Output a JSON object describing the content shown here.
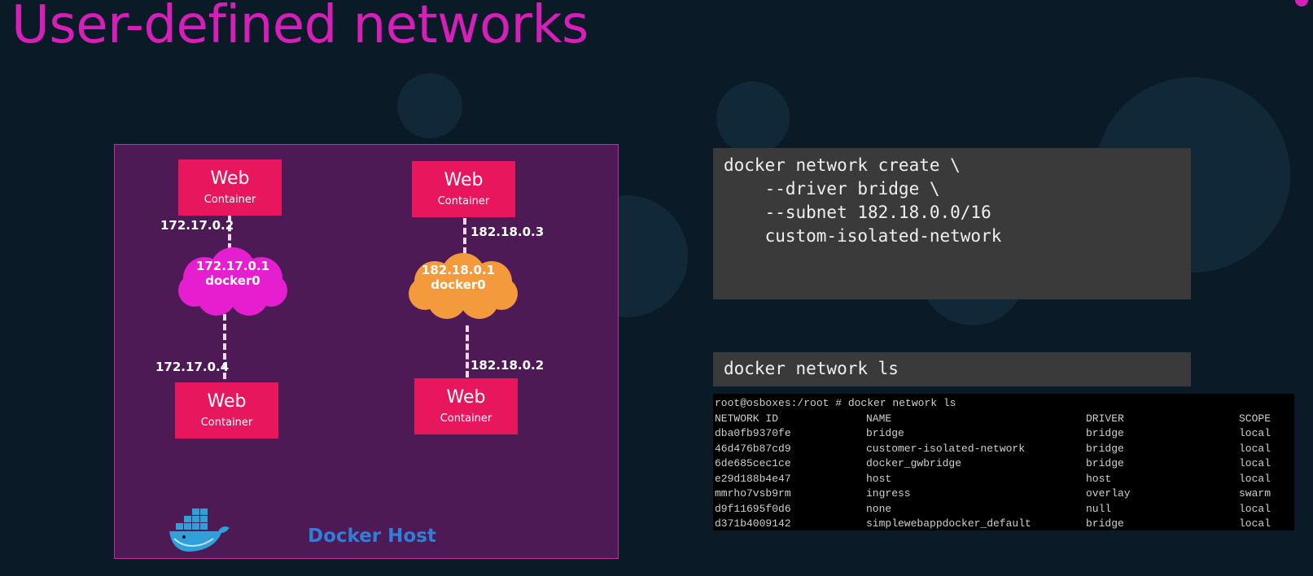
{
  "slide": {
    "title": "User-defined networks"
  },
  "diagram": {
    "host_label": "Docker Host",
    "containers": [
      {
        "title": "Web",
        "subtitle": "Container"
      },
      {
        "title": "Web",
        "subtitle": "Container"
      },
      {
        "title": "Web",
        "subtitle": "Container"
      },
      {
        "title": "Web",
        "subtitle": "Container"
      }
    ],
    "left_network": {
      "gateway": "172.17.0.1",
      "name": "docker0",
      "ip_top": "172.17.0.2",
      "ip_bottom": "172.17.0.4",
      "color": "#e51fd0"
    },
    "right_network": {
      "gateway": "182.18.0.1",
      "name": "docker0",
      "ip_top": "182.18.0.3",
      "ip_bottom": "182.18.0.2",
      "color": "#f29a3c"
    }
  },
  "create_command": {
    "lines": [
      "docker network create \\",
      "    --driver bridge \\",
      "    --subnet 182.18.0.0/16",
      "    custom-isolated-network"
    ]
  },
  "ls_command": {
    "text": "docker network ls"
  },
  "terminal": {
    "prompt": "root@osboxes:/root # docker network ls",
    "headers": [
      "NETWORK ID",
      "NAME",
      "DRIVER",
      "SCOPE"
    ],
    "rows": [
      [
        "dba0fb9370fe",
        "bridge",
        "bridge",
        "local"
      ],
      [
        "46d476b87cd9",
        "customer-isolated-network",
        "bridge",
        "local"
      ],
      [
        "6de685cec1ce",
        "docker_gwbridge",
        "bridge",
        "local"
      ],
      [
        "e29d188b4e47",
        "host",
        "host",
        "local"
      ],
      [
        "mmrho7vsb9rm",
        "ingress",
        "overlay",
        "swarm"
      ],
      [
        "d9f11695f0d6",
        "none",
        "null",
        "local"
      ],
      [
        "d371b4009142",
        "simplewebappdocker_default",
        "bridge",
        "local"
      ]
    ]
  }
}
